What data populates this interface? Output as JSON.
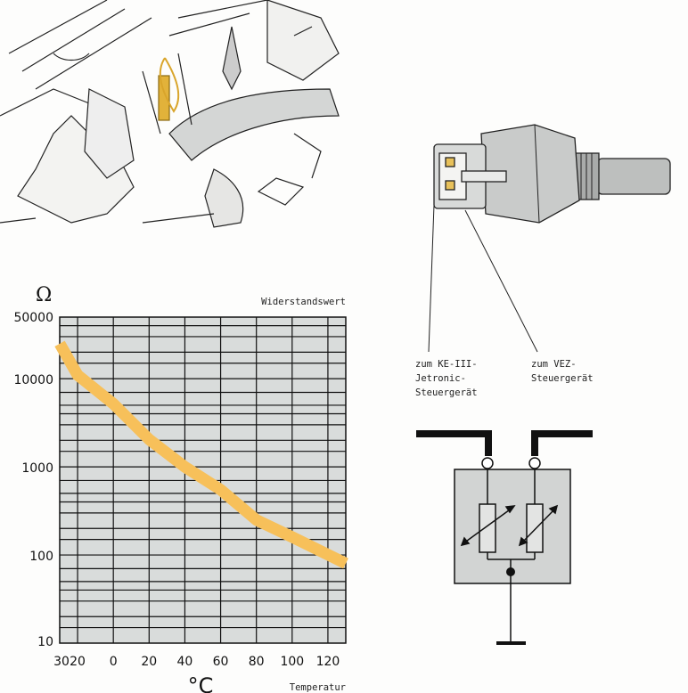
{
  "chart_data": {
    "type": "line",
    "title": "Widerstandswert",
    "ylabel": "Ω",
    "xlabel": "°C",
    "xlabel_caption": "Temperatur",
    "yscale": "log",
    "ylim": [
      10,
      50000
    ],
    "xlim": [
      -30,
      130
    ],
    "y_tick_labels": [
      "50000",
      "10000",
      "1000",
      "100",
      "10"
    ],
    "y_ticks": [
      50000,
      10000,
      1000,
      100,
      10
    ],
    "x_tick_labels": [
      "30",
      "20",
      "0",
      "20",
      "40",
      "60",
      "80",
      "100",
      "120"
    ],
    "x_ticks": [
      -30,
      -20,
      0,
      20,
      40,
      60,
      80,
      100,
      120
    ],
    "grid": true,
    "series": [
      {
        "name": "Widerstandswert",
        "color": "#f7c05a",
        "x": [
          -30,
          -20,
          0,
          20,
          40,
          60,
          80,
          100,
          130
        ],
        "y": [
          25000,
          11000,
          5200,
          2050,
          1000,
          550,
          250,
          160,
          80
        ]
      }
    ]
  },
  "sensor": {
    "label_left": [
      "zum KE-III-",
      "Jetronic-",
      "Steuergerät"
    ],
    "label_right": [
      "zum VEZ-",
      "Steuergerät"
    ]
  },
  "colors": {
    "plot_bg": "#d9dcdb",
    "curve": "#f7c05a",
    "ink": "#111111"
  }
}
